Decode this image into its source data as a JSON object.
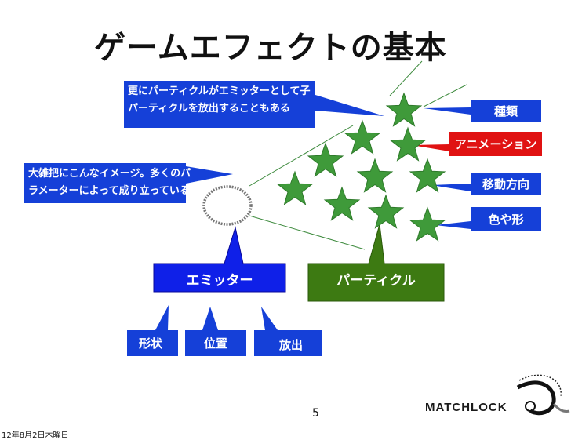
{
  "slide": {
    "title": "ゲームエフェクトの基本",
    "page_number": "5",
    "footer_date": "12年8月2日木曜日",
    "logo_text": "MATCHLOCK"
  },
  "callouts": {
    "sub_emitter_line1": "更にパーティクルがエミッターとして子",
    "sub_emitter_line2": "パーティクルを放出することもある",
    "overview_line1": "大雑把にこんなイメージ。多くのパ",
    "overview_line2": "ラメーターによって成り立っている"
  },
  "particle_attributes": [
    {
      "label": "種類",
      "color": "#1540d8"
    },
    {
      "label": "アニメーション",
      "color": "#e01212"
    },
    {
      "label": "移動方向",
      "color": "#1540d8"
    },
    {
      "label": "色や形",
      "color": "#1540d8"
    }
  ],
  "boxes": {
    "emitter": "エミッター",
    "particle": "パーティクル"
  },
  "emitter_attributes": [
    "形状",
    "位置",
    "放出"
  ],
  "colors": {
    "blue": "#1540d8",
    "red": "#e01212",
    "green_box": "#3d7a12",
    "star": "#3f9a3a"
  }
}
